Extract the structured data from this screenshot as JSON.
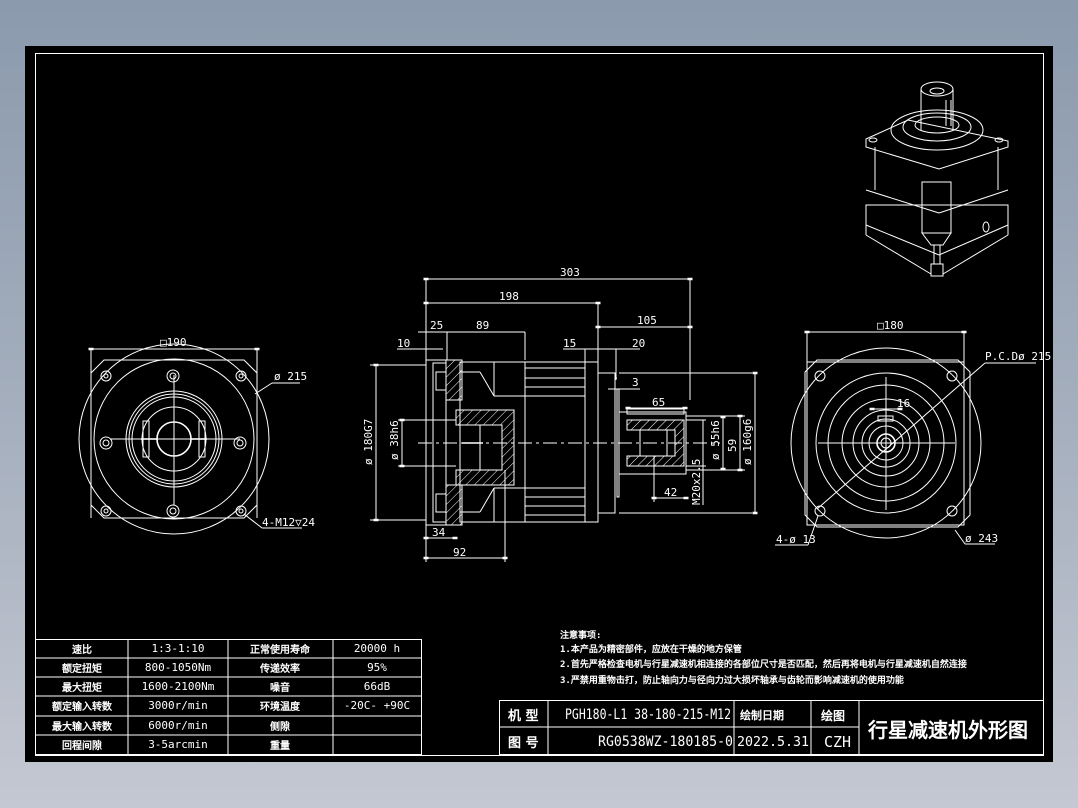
{
  "window": {
    "background_top": "#8b9aad",
    "background_bottom": "#c4c8d2",
    "canvas_color": "#000000",
    "line_color": "#ffffff"
  },
  "left_view": {
    "square_label": "□190",
    "diameter_label": "ø 215",
    "bolt_label": "4-M12▽24"
  },
  "side_view": {
    "dims": {
      "total": "303",
      "body": "198",
      "flange": "105",
      "d25": "25",
      "d89": "89",
      "d10": "10",
      "d15": "15",
      "d20": "20",
      "d3": "3",
      "d65": "65",
      "d42": "42",
      "d34": "34",
      "d92": "92",
      "input_bore": "ø 180G7",
      "input_shaft": "ø 38h6",
      "output_shaft": "ø 55h6",
      "key_height": "59",
      "pilot": "ø 160g6",
      "thread": "M20x2.5"
    }
  },
  "right_view": {
    "square_label": "□180",
    "pcd_label": "P.C.Dø 215",
    "key_label": "16",
    "holes_label": "4-ø 13",
    "diameter_label": "ø 243"
  },
  "spec_table": {
    "rows": [
      {
        "k1": "速比",
        "v1": "1:3-1:10",
        "k2": "正常使用寿命",
        "v2": "20000 h"
      },
      {
        "k1": "额定扭矩",
        "v1": "800-1050Nm",
        "k2": "传递效率",
        "v2": "95%"
      },
      {
        "k1": "最大扭矩",
        "v1": "1600-2100Nm",
        "k2": "噪音",
        "v2": "66dB"
      },
      {
        "k1": "额定输入转数",
        "v1": "3000r/min",
        "k2": "环境温度",
        "v2": "-20C- +90C"
      },
      {
        "k1": "最大输入转数",
        "v1": "6000r/min",
        "k2": "侧隙",
        "v2": ""
      },
      {
        "k1": "回程间隙",
        "v1": "3-5arcmin",
        "k2": "重量",
        "v2": ""
      }
    ]
  },
  "notes": {
    "title": "注意事项:",
    "items": [
      "1.本产品为精密部件，应放在干燥的地方保管",
      "2.首先严格检查电机与行星减速机相连接的各部位尺寸是否匹配，然后再将电机与行星减速机自然连接",
      "3.严禁用重物击打，防止轴向力与径向力过大损坏轴承与齿轮而影响减速机的使用功能"
    ]
  },
  "title_block": {
    "model_label": "机 型",
    "model_value": "PGH180-L1 38-180-215-M12",
    "drawing_no_label": "图 号",
    "drawing_no_value": "RG0538WZ-180185-0",
    "date_label": "绘制日期",
    "date_value": "2022.5.31",
    "drawn_label": "绘图",
    "drawn_value": "CZH",
    "title": "行星减速机外形图"
  }
}
